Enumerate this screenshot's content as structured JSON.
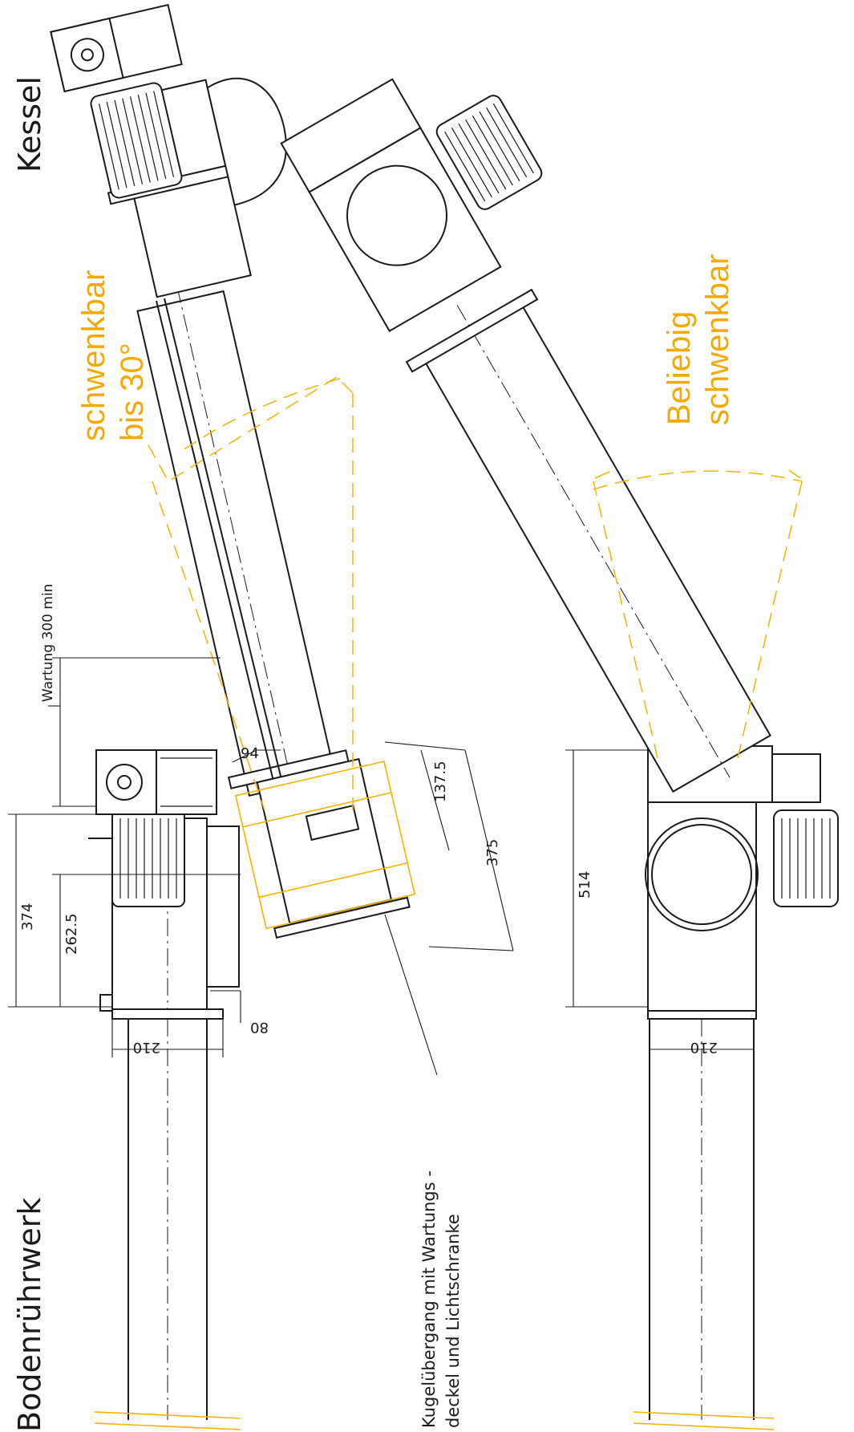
{
  "labels": {
    "kessel": "Kessel",
    "bodenruehrwerk": "Bodenrührwerk",
    "schwenkbar_30_line1": "schwenkbar",
    "schwenkbar_30_line2": "bis 30°",
    "beliebig_line1": "Beliebig",
    "beliebig_line2": "schwenkbar",
    "wartung": "Wartung 300 min",
    "kugel_line1": "Kugelübergang mit Wartungs -",
    "kugel_line2": "deckel und Lichtschranke"
  },
  "dimensions": {
    "d374": "374",
    "d2625": "262.5",
    "d210_left": "210",
    "d80": "80",
    "d94": "94",
    "d1375": "137.5",
    "d375": "375",
    "d514": "514",
    "d210_right": "210"
  },
  "colors": {
    "line": "#1a1a1a",
    "accent": "#f4a900"
  }
}
